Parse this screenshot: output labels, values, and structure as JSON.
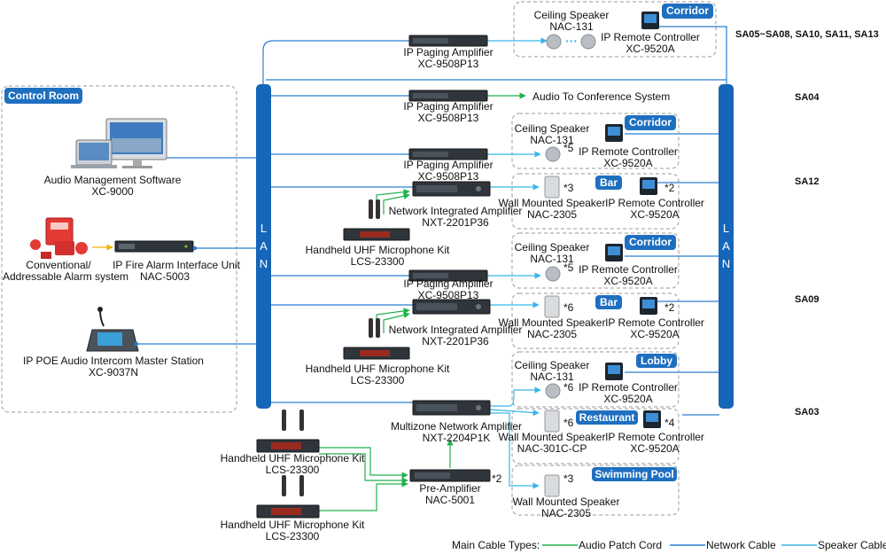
{
  "lan_label": "LAN",
  "zones": {
    "control_room": "Control Room",
    "corridor": "Corridor",
    "bar": "Bar",
    "lobby": "Lobby",
    "restaurant": "Restaurant",
    "swimming_pool": "Swimming Pool"
  },
  "zone_codes": {
    "top": "SA05~SA08, SA10, SA11, SA13",
    "sa04": "SA04",
    "sa12": "SA12",
    "sa09": "SA09",
    "sa03": "SA03"
  },
  "control_room": {
    "software_name": "Audio Management Software",
    "software_model": "XC-9000",
    "alarm_name_1": "Conventional/",
    "alarm_name_2": "Addressable Alarm system",
    "fire_iface_name": "IP Fire Alarm Interface Unit",
    "fire_iface_model": "NAC-5003",
    "intercom_name": "IP POE Audio Intercom Master Station",
    "intercom_model": "XC-9037N"
  },
  "devices": {
    "paging_amp_name": "IP Paging Amplifier",
    "paging_amp_model": "XC-9508P13",
    "nia_name": "Network Integrated Amplifier",
    "nia_model": "NXT-2201P36",
    "mic_kit_name": "Handheld UHF Microphone Kit",
    "mic_kit_model": "LCS-23300",
    "multizone_name": "Multizone Network Amplifier",
    "multizone_model": "NXT-2204P1K",
    "preamp_name": "Pre-Amplifier",
    "preamp_model": "NAC-5001",
    "preamp_qty": "*2",
    "conference_text": "Audio To Conference System"
  },
  "terminals": {
    "ceiling_name": "Ceiling Speaker",
    "ceiling_model": "NAC-131",
    "remote_name": "IP Remote Controller",
    "remote_model_a": "XC-9520A",
    "wall_name": "Wall Mounted Speaker",
    "wall_model": "NAC-2305",
    "wall_model_cp": "NAC-301C-CP",
    "qty_ceiling_corridor2": "*5",
    "qty_ceiling_corridor3": "*5",
    "qty_ceiling_lobby": "*6",
    "qty_wall_bar1": "*3",
    "qty_wall_bar2": "*6",
    "qty_wall_restaurant": "*6",
    "qty_wall_pool": "*3",
    "qty_remote_bar1": "*2",
    "qty_remote_bar2": "*2",
    "qty_remote_restaurant": "*4",
    "dots": "···"
  },
  "legend": {
    "title": "Main Cable Types:",
    "audio": "Audio Patch Cord",
    "network": "Network Cable",
    "speaker": "Speaker Cable"
  },
  "colors": {
    "lan_bar": "#1565b8",
    "tag_bg": "#1f6fc0",
    "network_cable": "#2a7fd0",
    "speaker_cable": "#38b6ea",
    "audio_cable": "#22b14c"
  }
}
